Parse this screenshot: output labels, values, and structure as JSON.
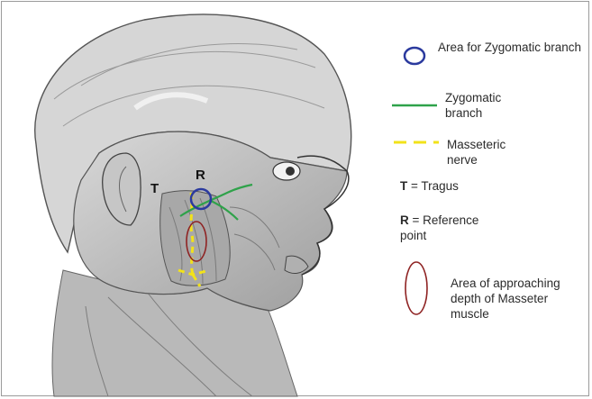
{
  "labels": {
    "tragus_marker": "T",
    "reference_marker": "R"
  },
  "legend": {
    "area_zygomatic": "Area for Zygomatic branch",
    "zygomatic_branch": "Zygomatic branch",
    "masseteric_nerve": "Masseteric nerve",
    "tragus_key": "T",
    "tragus_def": " = Tragus",
    "reference_key": "R",
    "reference_def": " = Reference point",
    "masseter_area": "Area of approaching depth of Masseter muscle"
  },
  "colors": {
    "zygomatic_area": "#2b3a9e",
    "zygomatic_branch": "#2fa24a",
    "masseteric_nerve": "#f2e21a",
    "masseter_area": "#8f2323"
  },
  "icons": {
    "zygomatic_area": "blue-circle-icon",
    "zygomatic_branch": "green-line-icon",
    "masseteric_nerve": "yellow-dashed-line-icon",
    "masseter_area": "red-ellipse-icon"
  }
}
